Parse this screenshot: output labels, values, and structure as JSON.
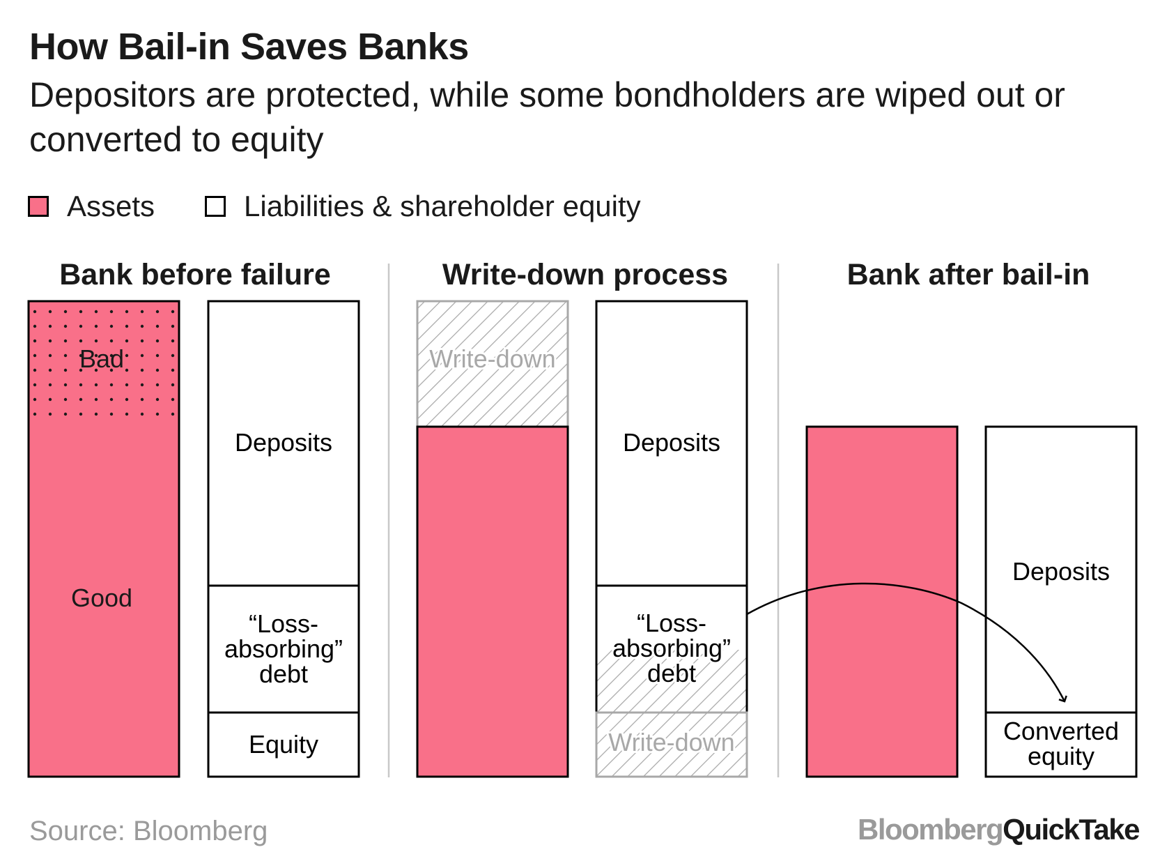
{
  "header": {
    "title": "How Bail-in Saves Banks",
    "subtitle": "Depositors are protected, while some bondholders are wiped out or converted to equity"
  },
  "legend": {
    "assets": "Assets",
    "liabilities": "Liabilities & shareholder equity"
  },
  "panels": {
    "before": {
      "title": "Bank before failure",
      "assets": {
        "bad": "Bad",
        "good": "Good"
      },
      "liabilities": {
        "deposits": "Deposits",
        "debt": [
          "“Loss-",
          "absorbing”",
          "debt"
        ],
        "equity": "Equity"
      }
    },
    "writedown": {
      "title": "Write-down process",
      "assets_writedown": "Write-down",
      "liabilities": {
        "deposits": "Deposits",
        "debt": [
          "“Loss-",
          "absorbing”",
          "debt"
        ],
        "writedown": "Write-down"
      }
    },
    "after": {
      "title": "Bank after bail-in",
      "liabilities": {
        "deposits": "Deposits",
        "converted_equity": [
          "Converted",
          "equity"
        ]
      }
    }
  },
  "footer": {
    "source": "Source: Bloomberg",
    "brand_part1": "Bloomberg",
    "brand_part2": "QuickTake"
  },
  "colors": {
    "assets": "#f97089",
    "liabilities": "#ffffff",
    "hatch": "#a8a8a8",
    "divider": "#c8c8c8",
    "text": "#1a1a1a",
    "muted": "#9a9a9a"
  }
}
